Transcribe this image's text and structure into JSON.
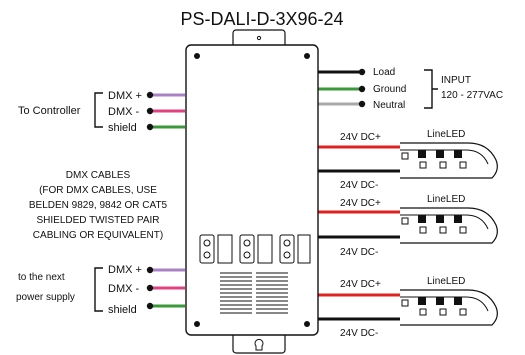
{
  "title": "PS-DALI-D-3X96-24",
  "input": {
    "wires": [
      "Load",
      "Ground",
      "Neutral"
    ],
    "label_line1": "INPUT",
    "label_line2": "120 - 277VAC",
    "colors": {
      "load": "#111111",
      "ground": "#3a9a3a",
      "neutral": "#a8a8a8"
    }
  },
  "dmx_top": {
    "group_label": "To Controller",
    "wires": [
      "DMX +",
      "DMX -",
      "shield"
    ]
  },
  "dmx_bottom": {
    "group_label_line1": "to the next",
    "group_label_line2": "power supply",
    "wires": [
      "DMX +",
      "DMX -",
      "shield"
    ]
  },
  "note_lines": [
    "DMX CABLES",
    "(FOR DMX CABLES, USE",
    "BELDEN 9829, 9842 OR CAT5",
    "SHIELDED TWISTED PAIR",
    "CABLING OR EQUIVALENT)"
  ],
  "outputs": [
    {
      "positive": "24V DC+",
      "negative": "24V DC-",
      "led": "LineLED"
    },
    {
      "positive": "24V DC+",
      "negative": "24V DC-",
      "led": "LineLED"
    },
    {
      "positive": "24V DC+",
      "negative": "24V DC-",
      "led": "LineLED"
    }
  ],
  "wire_colors": {
    "dmx_plus": "#a882c4",
    "dmx_minus": "#e0417f",
    "shield": "#3a9a3a",
    "dc_plus": "#e02020",
    "dc_minus": "#111111"
  }
}
